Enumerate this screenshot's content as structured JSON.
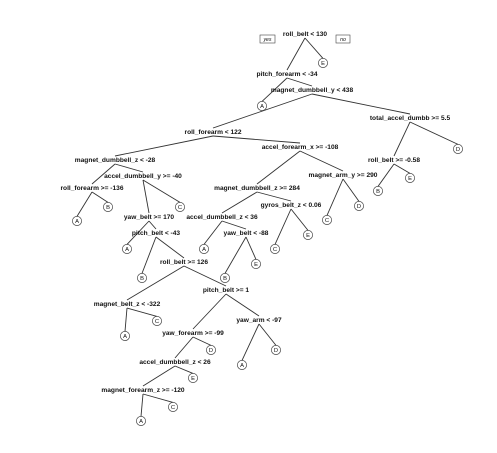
{
  "legend": {
    "yes": "yes",
    "no": "no"
  },
  "splits": [
    {
      "id": "n1",
      "text": "roll_belt < 130"
    },
    {
      "id": "n2",
      "text": "pitch_forearm < -34"
    },
    {
      "id": "n3",
      "text": "magnet_dumbbell_y < 438"
    },
    {
      "id": "n4",
      "text": "roll_forearm < 122"
    },
    {
      "id": "n5",
      "text": "total_accel_dumbb >= 5.5"
    },
    {
      "id": "n6",
      "text": "magnet_dumbbell_z < -28"
    },
    {
      "id": "n7",
      "text": "accel_forearm_x >= -108"
    },
    {
      "id": "n8",
      "text": "roll_belt >= -0.58"
    },
    {
      "id": "n9",
      "text": "accel_dumbbell_y >= -40"
    },
    {
      "id": "n10",
      "text": "roll_forearm >= -136"
    },
    {
      "id": "n11",
      "text": "magnet_dumbbell_z >= 284"
    },
    {
      "id": "n12",
      "text": "magnet_arm_y >= 290"
    },
    {
      "id": "n13",
      "text": "gyros_belt_z < 0.06"
    },
    {
      "id": "n14",
      "text": "yaw_belt >= 170"
    },
    {
      "id": "n15",
      "text": "accel_dumbbell_z < 36"
    },
    {
      "id": "n16",
      "text": "pitch_belt < -43"
    },
    {
      "id": "n17",
      "text": "yaw_belt < -88"
    },
    {
      "id": "n18",
      "text": "roll_belt >= 126"
    },
    {
      "id": "n19",
      "text": "pitch_belt >= 1"
    },
    {
      "id": "n20",
      "text": "magnet_belt_z < -322"
    },
    {
      "id": "n21",
      "text": "yaw_arm < -97"
    },
    {
      "id": "n22",
      "text": "yaw_forearm >= -99"
    },
    {
      "id": "n23",
      "text": "accel_dumbbell_z < 26"
    },
    {
      "id": "n24",
      "text": "magnet_forearm_z >= -120"
    }
  ],
  "leaves": [
    {
      "id": "L1",
      "text": "E"
    },
    {
      "id": "L2",
      "text": "A"
    },
    {
      "id": "L3",
      "text": "D"
    },
    {
      "id": "L4",
      "text": "E"
    },
    {
      "id": "L5",
      "text": "B"
    },
    {
      "id": "L6",
      "text": "C"
    },
    {
      "id": "L7",
      "text": "A"
    },
    {
      "id": "L8",
      "text": "B"
    },
    {
      "id": "L9",
      "text": "C"
    },
    {
      "id": "L10",
      "text": "D"
    },
    {
      "id": "L11",
      "text": "A"
    },
    {
      "id": "L12",
      "text": "C"
    },
    {
      "id": "L13",
      "text": "E"
    },
    {
      "id": "L14",
      "text": "A"
    },
    {
      "id": "L15",
      "text": "B"
    },
    {
      "id": "L16",
      "text": "E"
    },
    {
      "id": "L17",
      "text": "B"
    },
    {
      "id": "L18",
      "text": "A"
    },
    {
      "id": "L19",
      "text": "C"
    },
    {
      "id": "L20",
      "text": "A"
    },
    {
      "id": "L21",
      "text": "D"
    },
    {
      "id": "L22",
      "text": "D"
    },
    {
      "id": "L23",
      "text": "E"
    },
    {
      "id": "L24",
      "text": "A"
    },
    {
      "id": "L25",
      "text": "C"
    }
  ]
}
